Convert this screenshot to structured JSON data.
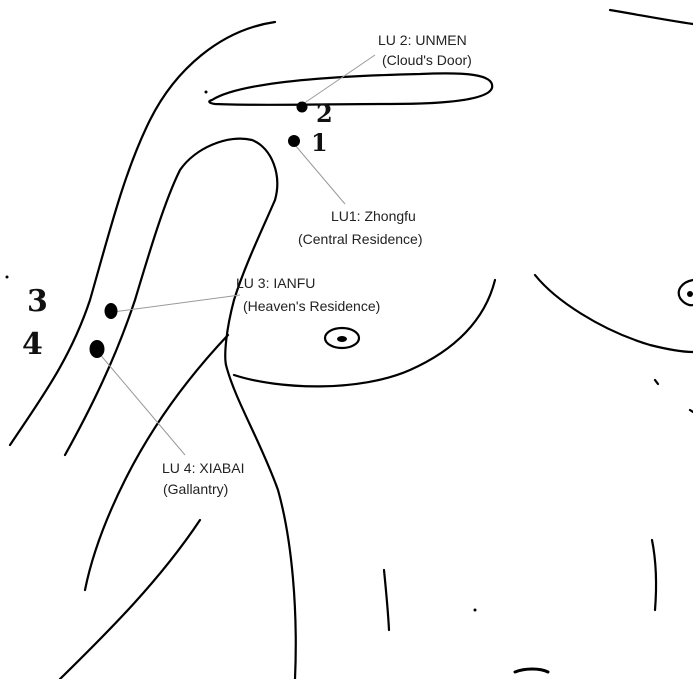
{
  "points": [
    {
      "id": "lu1",
      "number": "1",
      "code": "LU1: Zhongfu",
      "name": "(Central Residence)"
    },
    {
      "id": "lu2",
      "number": "2",
      "code": "LU 2: UNMEN",
      "name": "(Cloud's Door)"
    },
    {
      "id": "lu3",
      "number": "3",
      "code": "LU 3: IANFU",
      "name": "(Heaven's Residence)"
    },
    {
      "id": "lu4",
      "number": "4",
      "code": "LU 4: XIABAI",
      "name": "(Gallantry)"
    }
  ],
  "colors": {
    "outline": "#000000",
    "leader": "#9a9a9a",
    "text": "#222222",
    "background": "#ffffff"
  }
}
